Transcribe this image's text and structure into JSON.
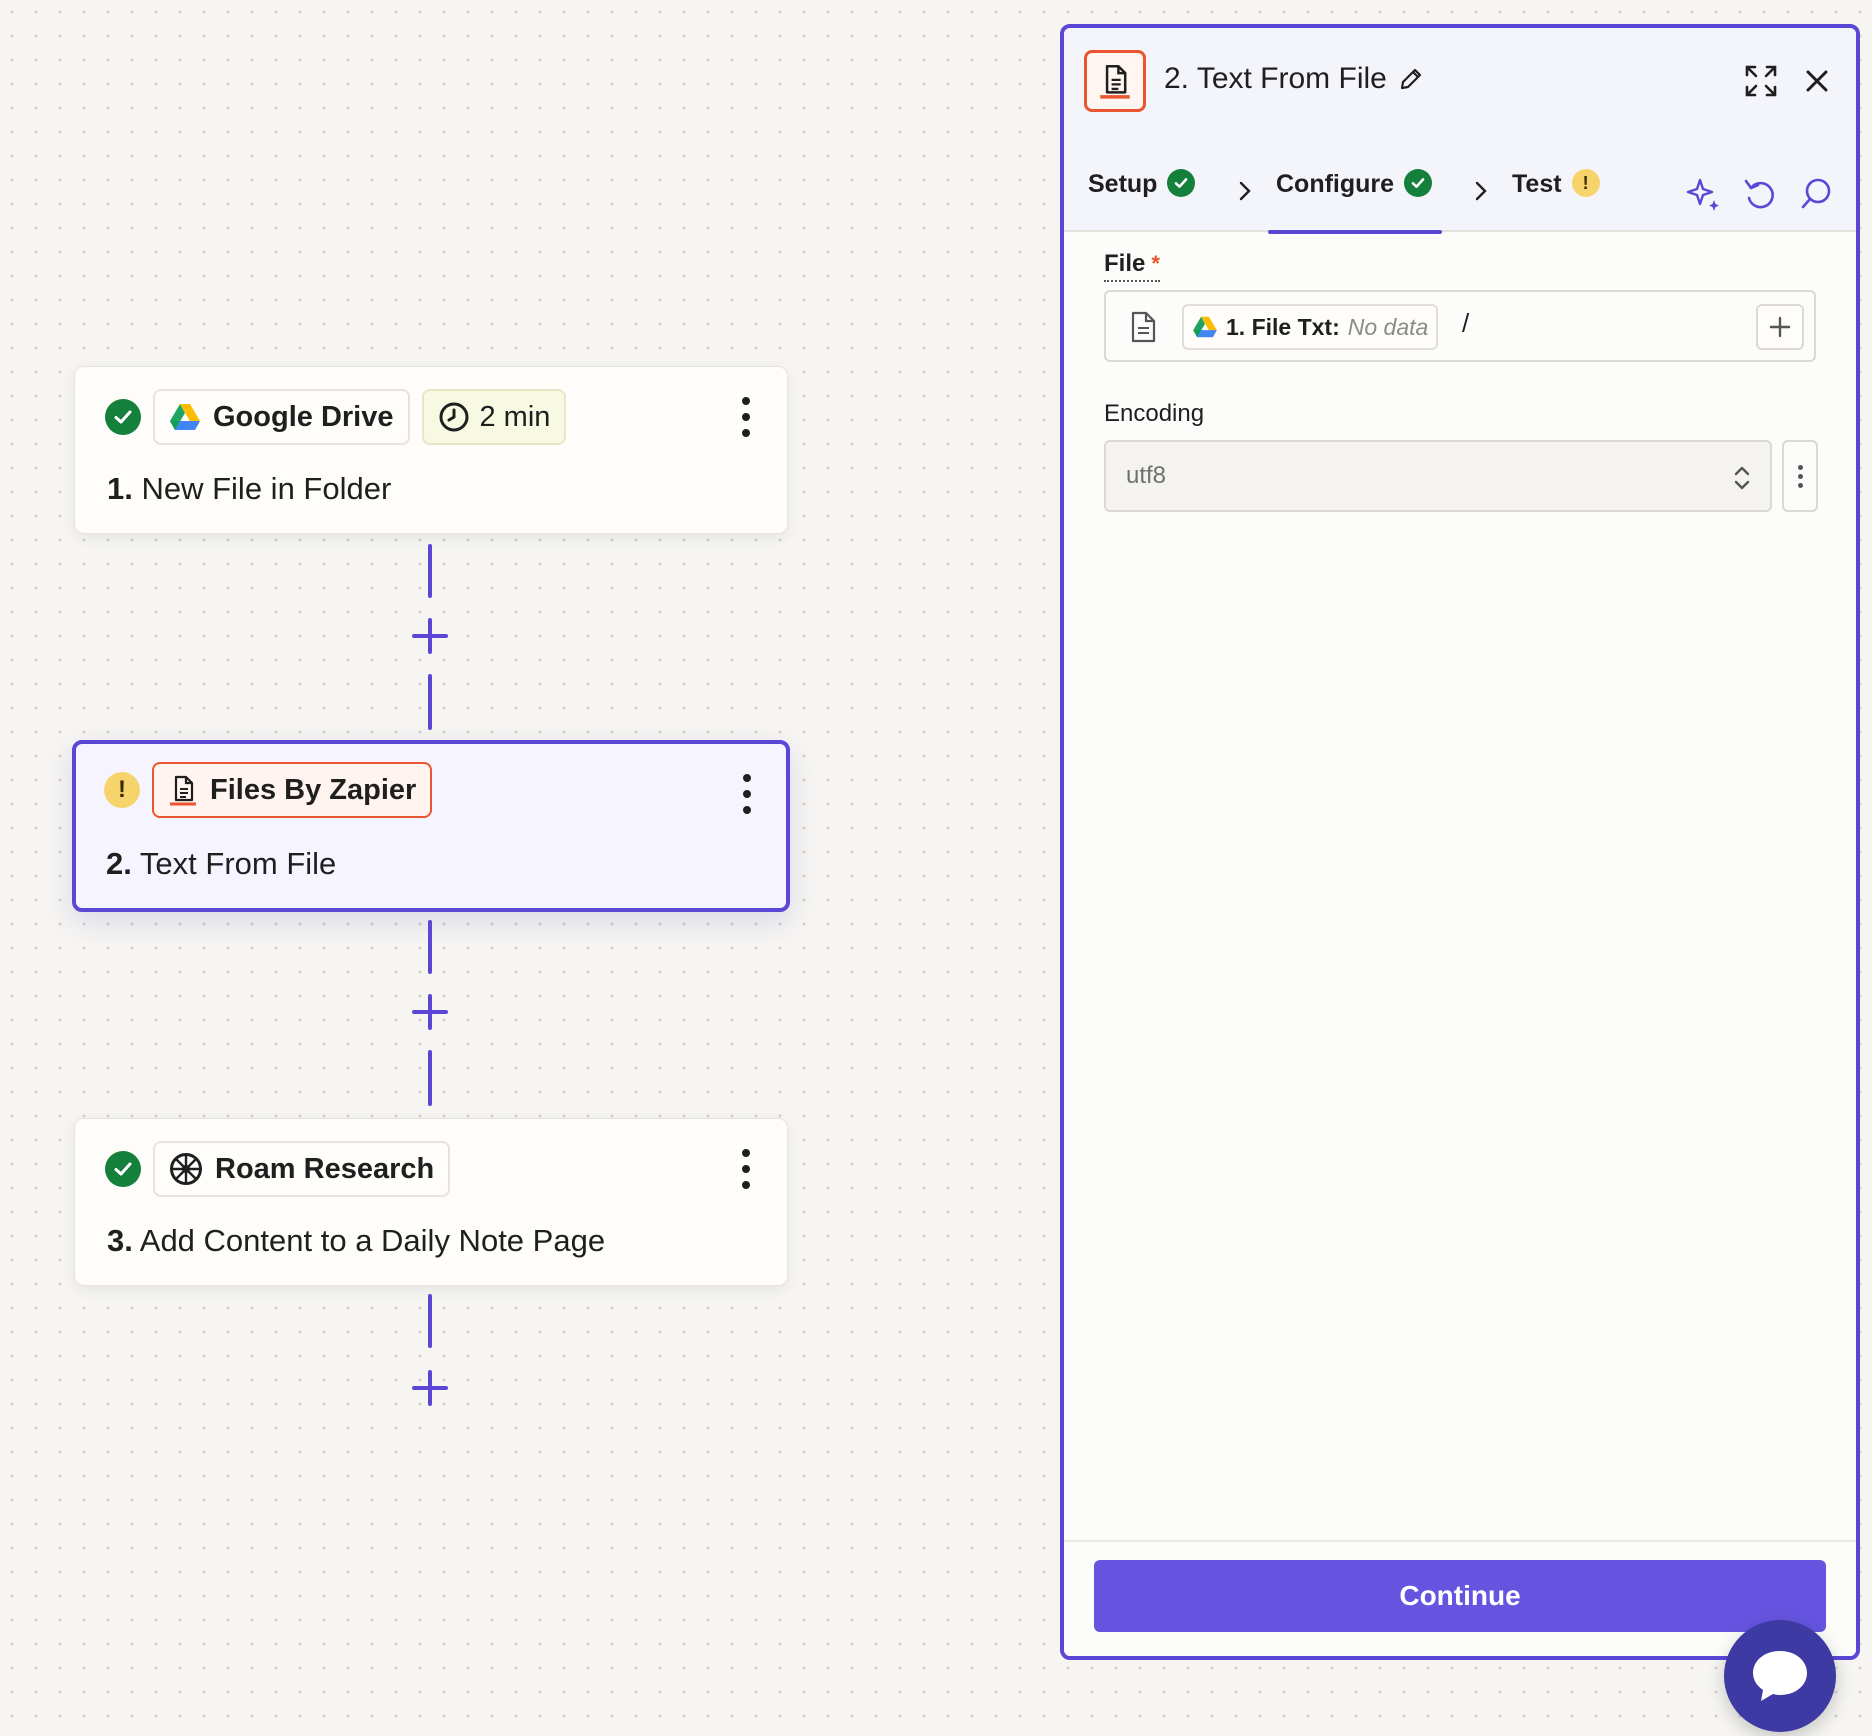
{
  "steps": [
    {
      "app": "Google Drive",
      "title_num": "1.",
      "title_text": "New File in Folder",
      "status": "success",
      "timer": "2 min"
    },
    {
      "app": "Files By Zapier",
      "title_num": "2.",
      "title_text": "Text From File",
      "status": "warning",
      "status_glyph": "!"
    },
    {
      "app": "Roam Research",
      "title_num": "3.",
      "title_text": "Add Content to a Daily Note Page",
      "status": "success"
    }
  ],
  "panel": {
    "title": "2. Text From File",
    "tabs": [
      {
        "label": "Setup",
        "status": "success"
      },
      {
        "label": "Configure",
        "status": "success",
        "active": true
      },
      {
        "label": "Test",
        "status": "warning",
        "status_glyph": "!"
      }
    ],
    "fields": {
      "file": {
        "label": "File",
        "required_mark": "*",
        "pill_key": "1. File Txt:",
        "pill_value": "No data",
        "suffix": "/"
      },
      "encoding": {
        "label": "Encoding",
        "value": "utf8"
      }
    },
    "continue_label": "Continue"
  },
  "colors": {
    "accent": "#5b47d6",
    "button": "#6654e0",
    "success": "#14803c",
    "warning": "#f6d36b",
    "files_brand": "#e8552f"
  }
}
